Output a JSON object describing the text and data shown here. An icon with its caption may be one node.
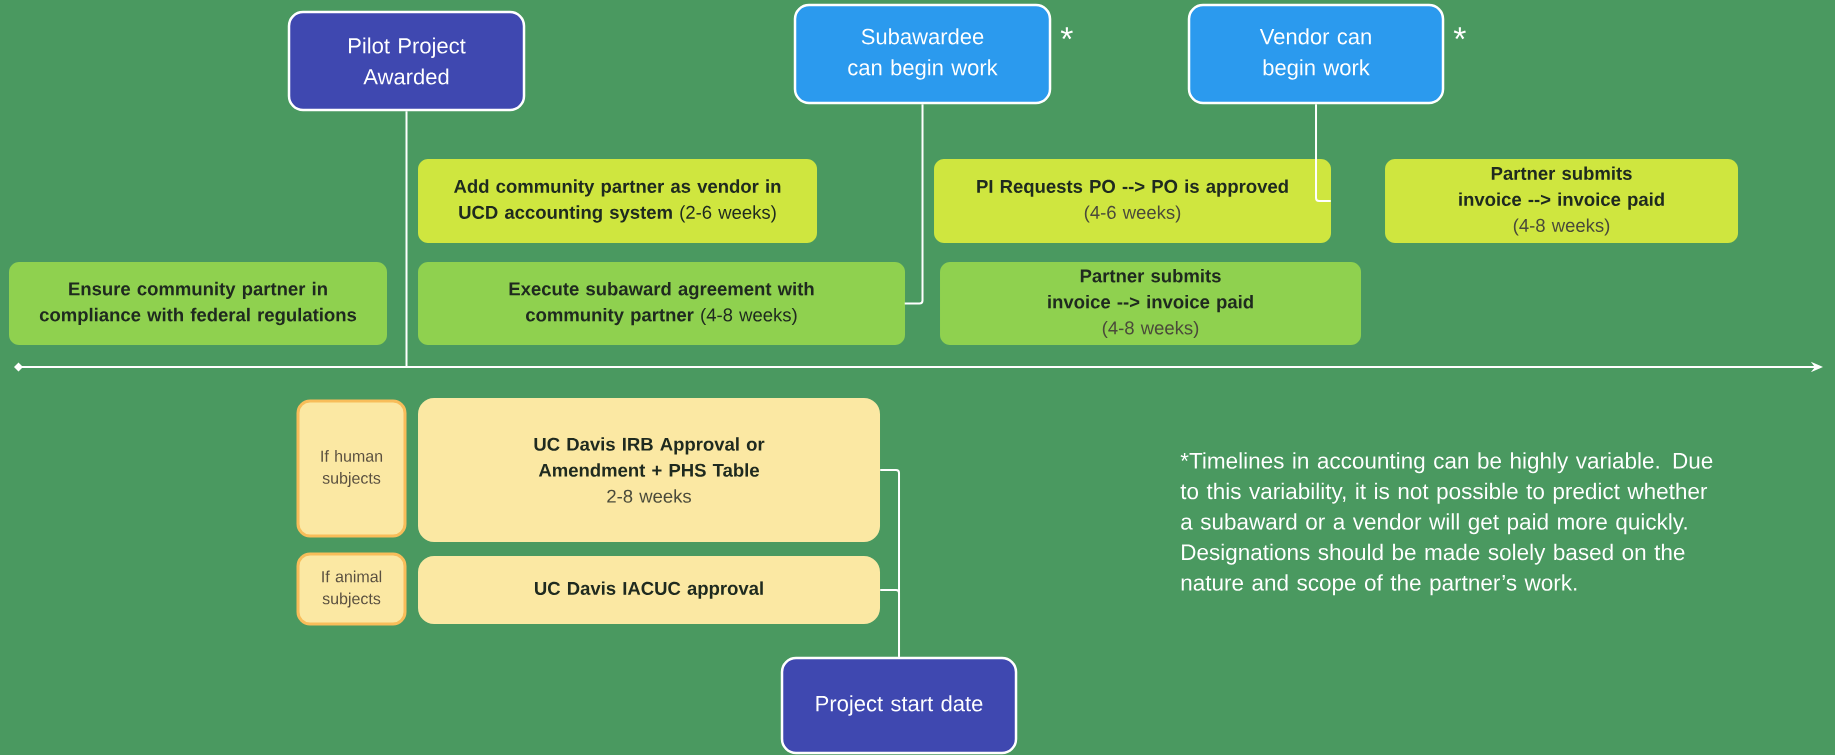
{
  "diagram": {
    "nodes": [
      {
        "text": [
          "Pilot Project Awarded"
        ]
      },
      {
        "text": [
          "Subawardee can begin work"
        ],
        "beside": [
          "*"
        ]
      },
      {
        "text": [
          "Vendor can begin work"
        ],
        "beside": [
          "*"
        ]
      },
      {
        "text": [
          "**Add community partner as vendor in UCD accounting system** (2-6 weeks)"
        ]
      },
      {
        "text": [
          "PI Requests PO --> PO is approved",
          "(4-6 weeks)"
        ]
      },
      {
        "text": [
          "Partner submits invoice --> invoice paid",
          "(4-8 weeks)"
        ]
      },
      {
        "text": [
          "Ensure community partner in compliance with federal regulations"
        ]
      },
      {
        "text": [
          "**Execute subaward agreement with community partner** (4-8 weeks)"
        ]
      },
      {
        "text": [
          "Partner submits invoice --> invoice paid",
          "(4-8 weeks)"
        ]
      },
      {
        "text": [
          "If human subjects"
        ]
      },
      {
        "text": [
          "UC Davis IRB Approval or Amendment + PHS Table",
          "2-8 weeks"
        ]
      },
      {
        "text": [
          "If animal subjects"
        ]
      },
      {
        "text": [
          "UC Davis IACUC approval"
        ]
      },
      {
        "text": [
          "Project start date"
        ]
      }
    ],
    "edges": [
      {
        "from": 0,
        "to": null,
        "arrow": "none"
      },
      {
        "from": 1,
        "to": 7,
        "arrow": "none"
      },
      {
        "from": 2,
        "to": 4,
        "arrow": "none"
      },
      {
        "from": 10,
        "to": 13,
        "arrow": "none"
      },
      {
        "from": 12,
        "to": 13,
        "arrow": "none"
      }
    ],
    "labels": [
      "*Timelines in accounting can be highly variable. Due to this variability, it is not possible to predict whether a subaward or a vendor will get paid more quickly. Designations should be made solely based on the nature and scope of the partner’s work."
    ]
  }
}
